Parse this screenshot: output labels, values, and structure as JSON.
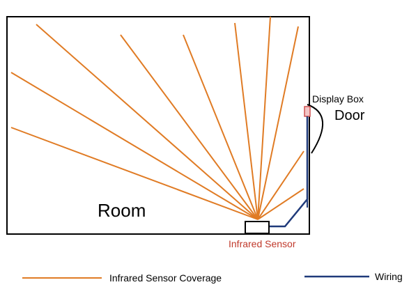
{
  "labels": {
    "room": "Room",
    "door": "Door",
    "display_box": "Display Box",
    "infrared_sensor": "Infrared Sensor"
  },
  "legend": {
    "coverage_label": "Infrared Sensor Coverage",
    "wiring_label": "Wiring"
  },
  "colors": {
    "coverage": "#e07b24",
    "wiring": "#1f3a7a",
    "room_border": "#000000",
    "display_box": "#d05050",
    "sensor_label": "#c0392b"
  }
}
